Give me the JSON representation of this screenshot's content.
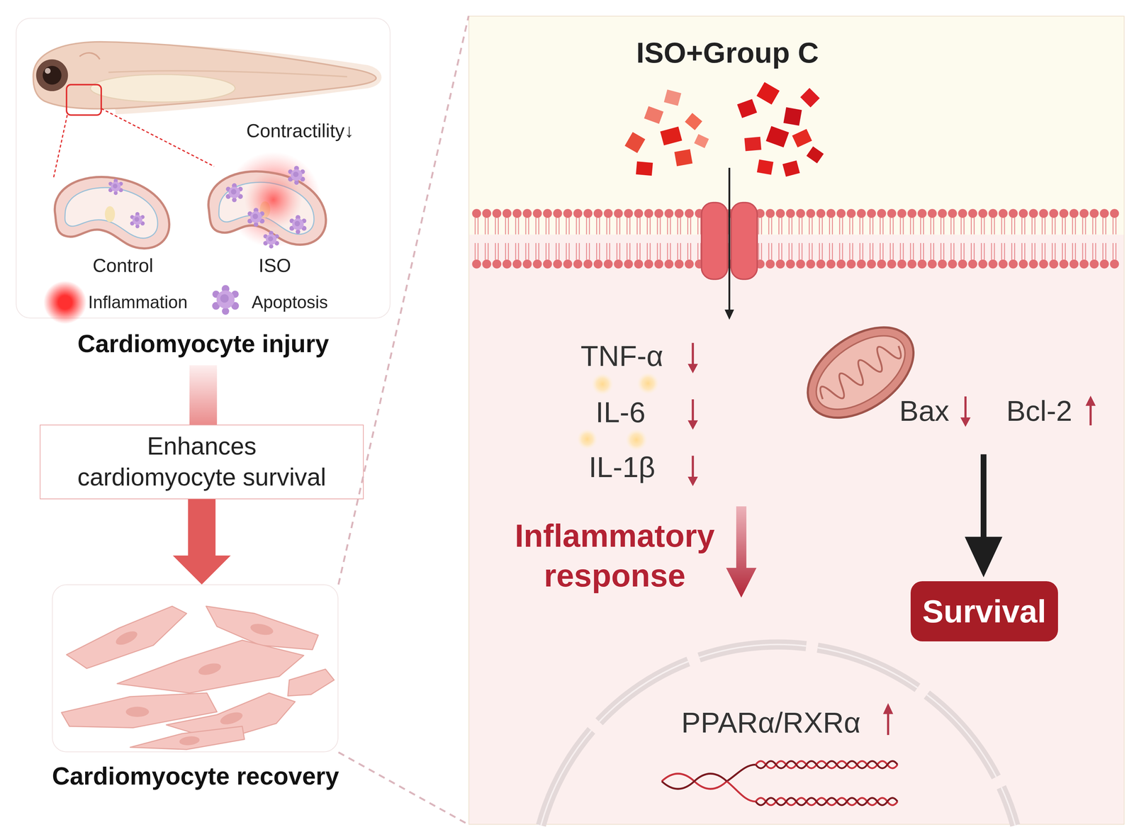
{
  "diagram": {
    "nodes": [
      {
        "text": [
          "Cardiomyocyte injury"
        ]
      },
      {
        "text": [
          "Enhances cardiomyocyte survival"
        ]
      },
      {
        "text": [
          "Cardiomyocyte recovery"
        ]
      },
      {
        "text": [
          "ISO+Group C"
        ]
      },
      {
        "text": [
          "Survival"
        ],
        "in": 3
      },
      {
        "text": [
          "PPARα/RXRα"
        ],
        "in": 3
      }
    ],
    "edges": [
      {
        "from": 0,
        "to": 1,
        "arrow": "none"
      },
      {
        "from": 1,
        "to": 2,
        "arrow": "to"
      },
      {
        "from": 2,
        "to": 3,
        "arrow": "none"
      },
      {
        "from": 2,
        "to": 3,
        "arrow": "none"
      }
    ],
    "labels": [
      "Contractility↓",
      "Control",
      "ISO",
      "TNF-α",
      "IL-6",
      "IL-1β",
      "Inflammatory response",
      "Bax",
      "Bcl-2"
    ],
    "legend": [
      {
        "text": "Inflammation",
        "color": "#ff3030"
      },
      {
        "text": "Apoptosis"
      }
    ]
  }
}
